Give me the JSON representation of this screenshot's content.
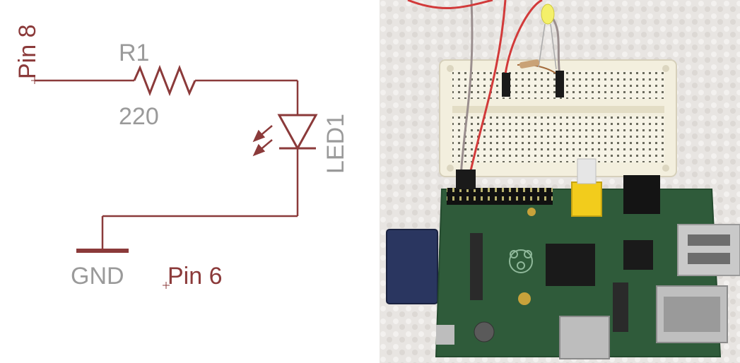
{
  "colors": {
    "wire": "#8b3a3a",
    "label_red": "#8b3a3a",
    "label_grey": "#9a9a9a",
    "background": "#ffffff"
  },
  "schematic": {
    "pin8_label": "Pin 8",
    "resistor_name": "R1",
    "resistor_value": "220",
    "led_name": "LED1",
    "gnd_label": "GND",
    "pin6_label": "Pin 6"
  },
  "photo": {
    "description_icon": "raspberry-pi-breadboard-photo"
  }
}
